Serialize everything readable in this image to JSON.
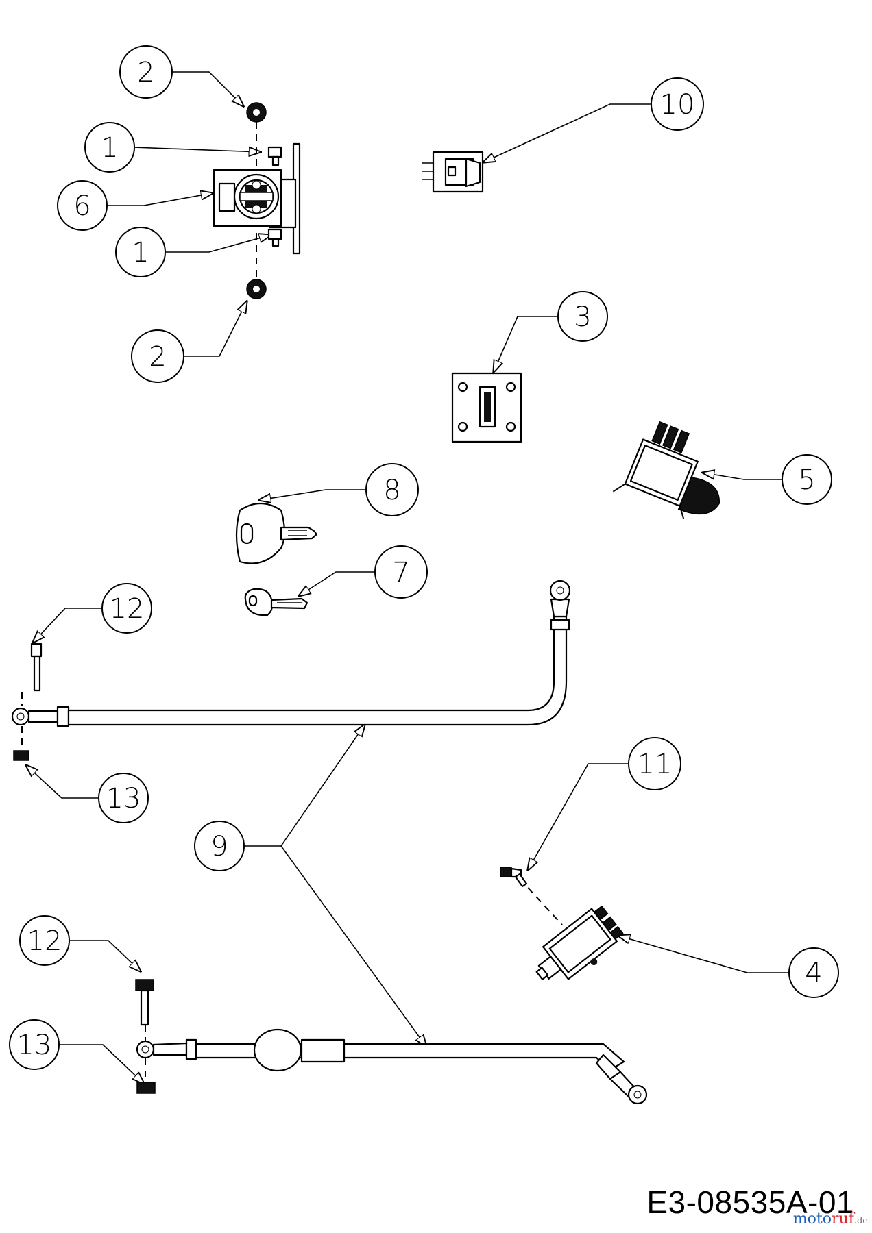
{
  "document_number": "E3-08535A-01",
  "watermark": {
    "text_part1": "moto",
    "text_part2": "ruf",
    "suffix": ".de",
    "color_primary": "#1e5fb3",
    "color_secondary": "#d9262b"
  },
  "callouts": [
    {
      "id": "c1a",
      "label": "1"
    },
    {
      "id": "c1b",
      "label": "1"
    },
    {
      "id": "c2a",
      "label": "2"
    },
    {
      "id": "c2b",
      "label": "2"
    },
    {
      "id": "c3",
      "label": "3"
    },
    {
      "id": "c4",
      "label": "4"
    },
    {
      "id": "c5",
      "label": "5"
    },
    {
      "id": "c6",
      "label": "6"
    },
    {
      "id": "c7",
      "label": "7"
    },
    {
      "id": "c8",
      "label": "8"
    },
    {
      "id": "c9",
      "label": "9"
    },
    {
      "id": "c10",
      "label": "10"
    },
    {
      "id": "c11",
      "label": "11"
    },
    {
      "id": "c12a",
      "label": "12"
    },
    {
      "id": "c12b",
      "label": "12"
    },
    {
      "id": "c13a",
      "label": "13"
    },
    {
      "id": "c13b",
      "label": "13"
    }
  ]
}
